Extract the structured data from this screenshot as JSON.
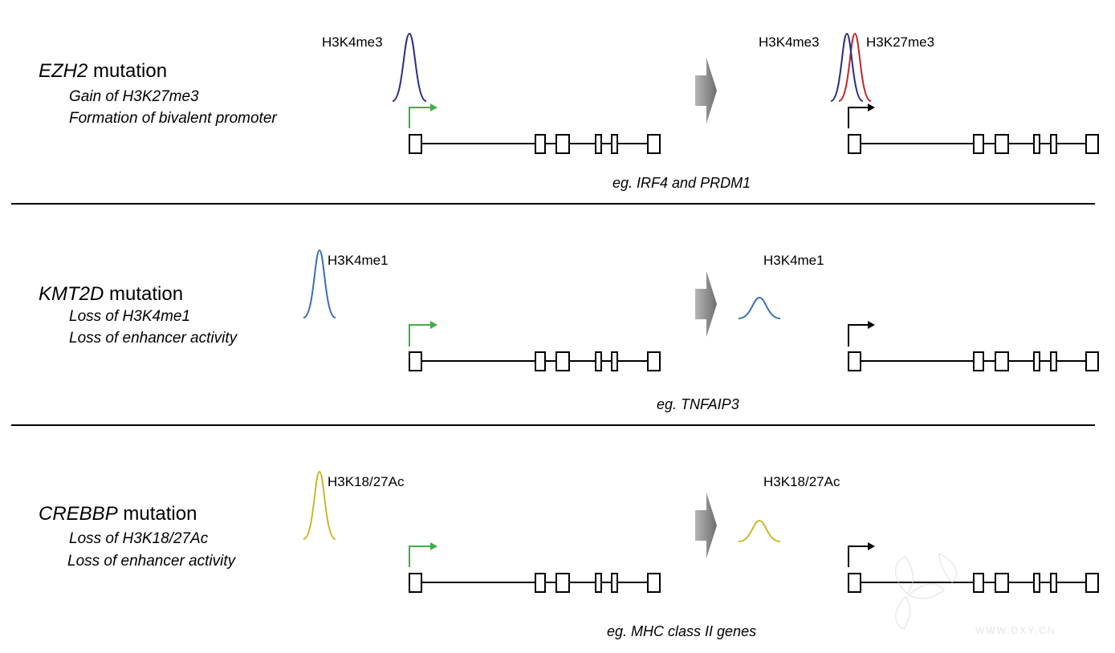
{
  "colors": {
    "green_arrow": "#3fae49",
    "black": "#000000",
    "h3k4me3": "#2b2b86",
    "h3k27me3": "#c0272d",
    "h3k4me1": "#3a6fb5",
    "h3k27ac": "#c9b82a",
    "transition_arrow": "#8a8a8a",
    "divider": "#000000"
  },
  "icons": {
    "transition": "right-arrow-icon",
    "tss": "bent-arrow-icon",
    "watermark": "dxy-logo"
  },
  "panels": [
    {
      "gene": "EZH2",
      "title_suffix": " mutation",
      "lines": [
        "Gain of H3K27me3",
        "Formation of bivalent promoter"
      ],
      "before_mark_label": "H3K4me3",
      "before_peak_level": "high",
      "after_mark_labels": [
        "H3K4me3",
        "H3K27me3"
      ],
      "after_peak_level": "high",
      "example": "eg. IRF4 and PRDM1"
    },
    {
      "gene": "KMT2D",
      "title_suffix": " mutation",
      "lines": [
        "Loss of H3K4me1",
        "Loss of enhancer activity"
      ],
      "before_mark_label": "H3K4me1",
      "before_peak_level": "high",
      "after_mark_labels": [
        "H3K4me1"
      ],
      "after_peak_level": "low",
      "example": "eg. TNFAIP3"
    },
    {
      "gene": "CREBBP",
      "title_suffix": " mutation",
      "lines": [
        "Loss of H3K18/27Ac",
        "Loss of enhancer activity"
      ],
      "before_mark_label": "H3K18/27Ac",
      "before_peak_level": "high",
      "after_mark_labels": [
        "H3K18/27Ac"
      ],
      "after_peak_level": "low",
      "example": "eg. MHC class II genes"
    }
  ],
  "watermark": {
    "text": "WWW.DXY.CN"
  }
}
